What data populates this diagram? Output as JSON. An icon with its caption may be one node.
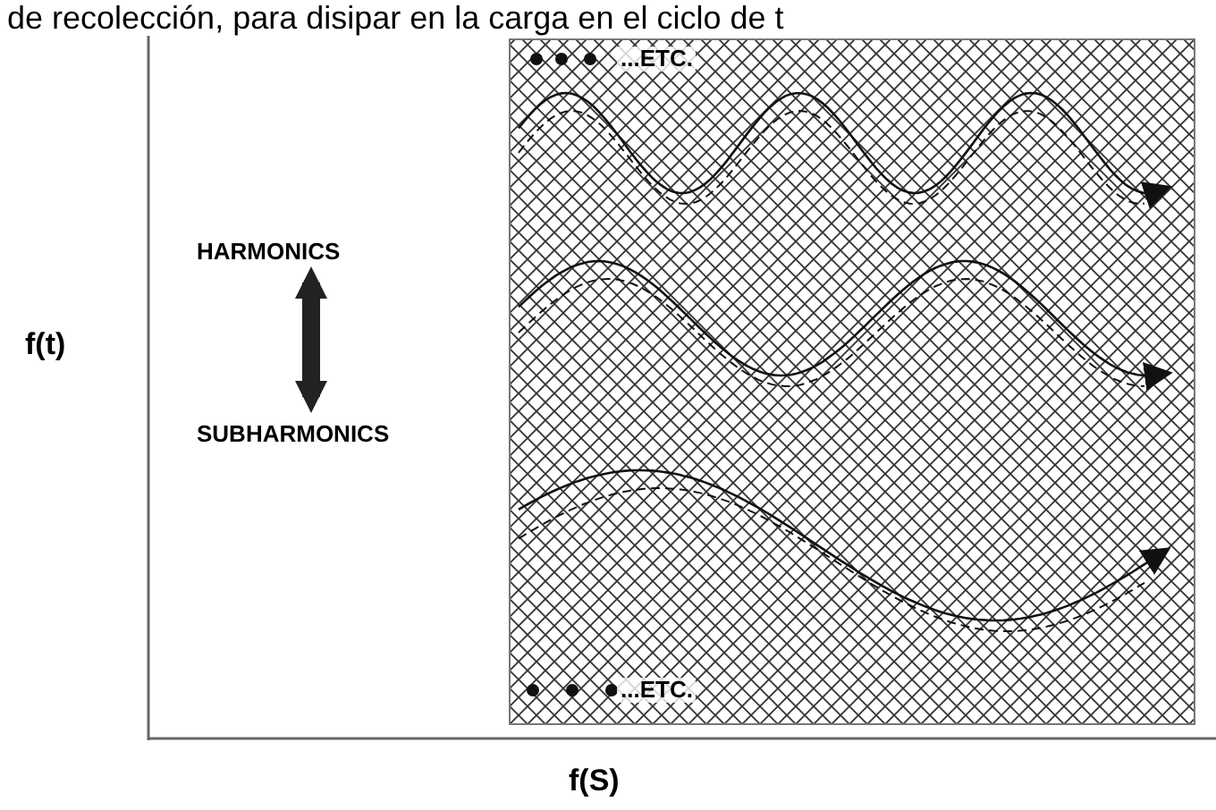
{
  "diagram": {
    "nodes": [
      {
        "text": [
          "HARMONICS"
        ]
      },
      {
        "text": [
          "SUBHARMONICS"
        ]
      }
    ],
    "edges": [
      {
        "from": 0,
        "to": 1,
        "arrow": "both"
      }
    ],
    "labels": [
      "de recolección, para disipar en la carga en el ciclo de t",
      "...ETC.",
      "f(t)",
      "...ETC.",
      "f(S)"
    ]
  }
}
